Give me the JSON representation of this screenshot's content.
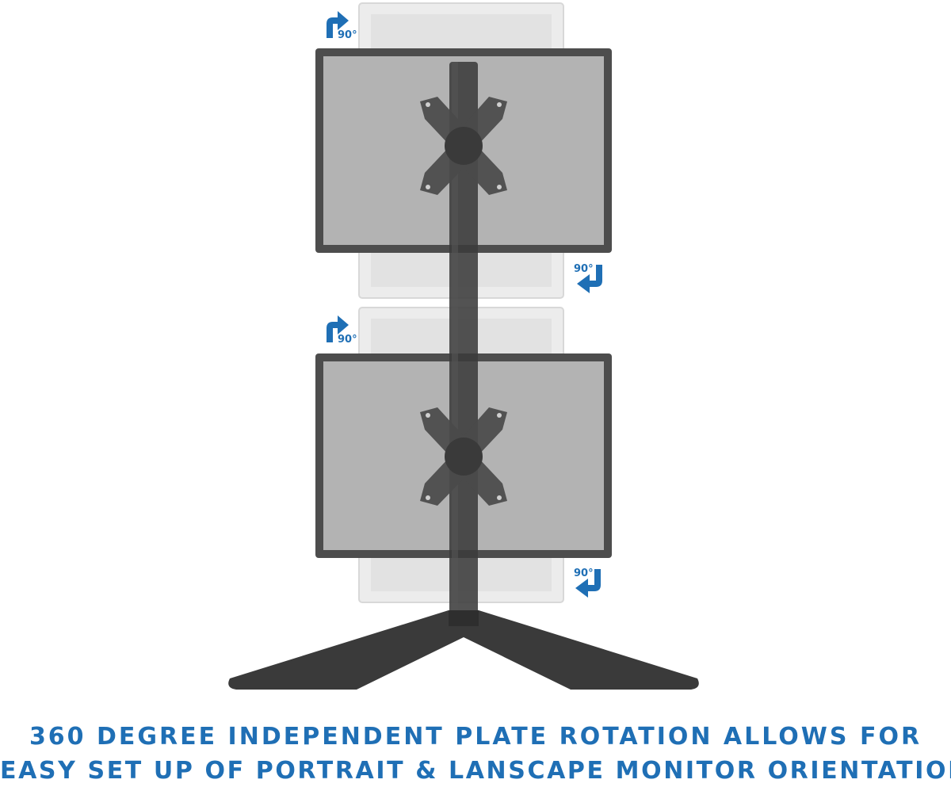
{
  "colors": {
    "accent_blue": "#1f6fb5",
    "stand_dark": "#3a3a3a",
    "monitor_bezel": "#4a4a4a",
    "monitor_screen": "#bdbdbd",
    "ghost_monitor": "#e6e6e6"
  },
  "rotation_labels": [
    {
      "text": "90°",
      "direction": "counter-clockwise",
      "icon": "rotate-up-right-arrow-icon"
    },
    {
      "text": "90°",
      "direction": "clockwise",
      "icon": "rotate-down-left-arrow-icon"
    },
    {
      "text": "90°",
      "direction": "counter-clockwise",
      "icon": "rotate-up-right-arrow-icon"
    },
    {
      "text": "90°",
      "direction": "clockwise",
      "icon": "rotate-down-left-arrow-icon"
    }
  ],
  "caption": {
    "line1": "360 DEGREE INDEPENDENT PLATE ROTATION ALLOWS FOR",
    "line2": "EASY SET UP OF PORTRAIT & LANSCAPE MONITOR ORIENTATION"
  }
}
